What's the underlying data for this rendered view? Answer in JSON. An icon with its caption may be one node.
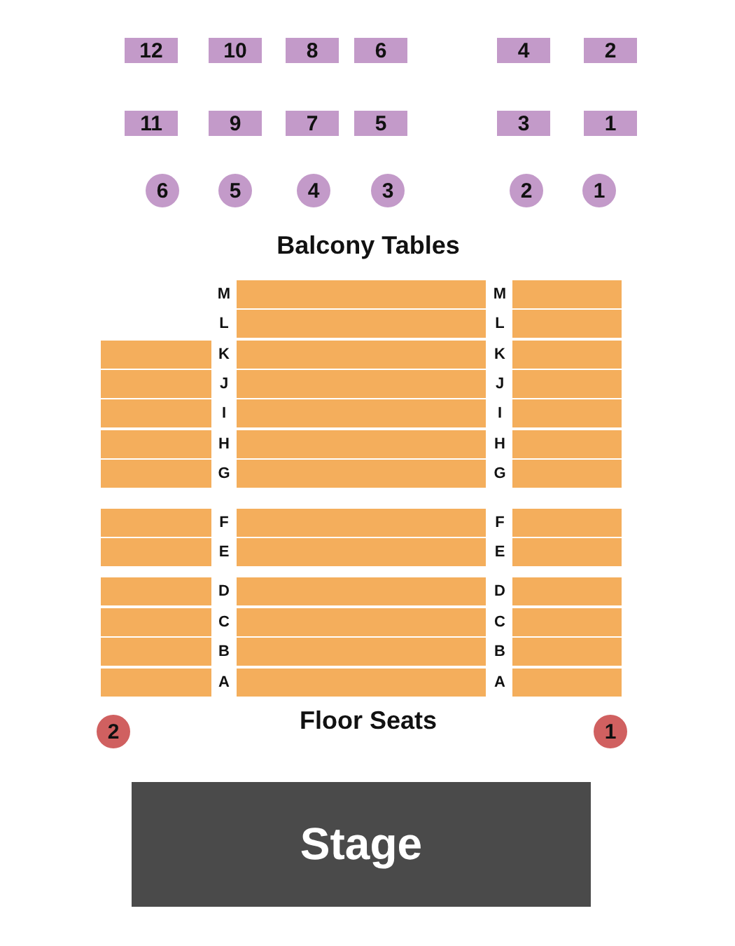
{
  "diagram": {
    "nodes": [
      {
        "text": [
          "12"
        ]
      },
      {
        "text": [
          "10"
        ]
      },
      {
        "text": [
          "8"
        ]
      },
      {
        "text": [
          "6"
        ]
      },
      {
        "text": [
          "4"
        ]
      },
      {
        "text": [
          "2"
        ]
      },
      {
        "text": [
          "11"
        ]
      },
      {
        "text": [
          "9"
        ]
      },
      {
        "text": [
          "7"
        ]
      },
      {
        "text": [
          "5"
        ]
      },
      {
        "text": [
          "3"
        ]
      },
      {
        "text": [
          "1"
        ]
      },
      {
        "text": [
          "6"
        ]
      },
      {
        "text": [
          "5"
        ]
      },
      {
        "text": [
          "4"
        ]
      },
      {
        "text": [
          "3"
        ]
      },
      {
        "text": [
          "2"
        ]
      },
      {
        "text": [
          "1"
        ]
      },
      {
        "text": [
          "2"
        ]
      },
      {
        "text": [
          "1"
        ]
      },
      {
        "text": [
          "Stage"
        ]
      }
    ],
    "labels": [
      "Balcony Tables",
      "M",
      "M",
      "L",
      "L",
      "K",
      "K",
      "J",
      "J",
      "I",
      "I",
      "H",
      "H",
      "G",
      "G",
      "F",
      "F",
      "E",
      "E",
      "D",
      "D",
      "C",
      "C",
      "B",
      "B",
      "A",
      "A",
      "Floor Seats"
    ]
  }
}
